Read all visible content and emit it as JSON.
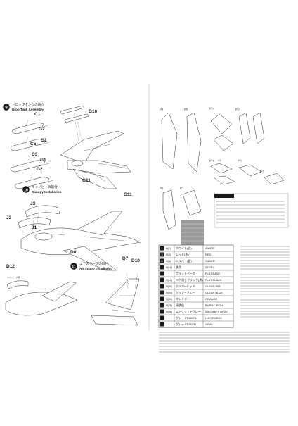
{
  "steps": [
    {
      "number": "9",
      "jp": "ドロップタンクの組立",
      "en": "Drop Tank Assembly"
    },
    {
      "number": "10",
      "jp": "キャノピーの取付",
      "en": "Canopy Installation"
    },
    {
      "number": "11",
      "jp": "エアスクープの取付",
      "en": "Air Scoop Installation"
    }
  ],
  "part_labels": [
    "C1",
    "G2",
    "C5",
    "G1",
    "C3",
    "G1",
    "G2",
    "G10",
    "G11",
    "G11",
    "J3",
    "J2",
    "J1",
    "D12",
    "D8",
    "D7",
    "D10"
  ],
  "panel_letters": [
    "(A)",
    "(B)",
    "(C)",
    "(D)",
    "(E)",
    "(F)",
    "(G)",
    "(H)",
    "(J)"
  ],
  "g_times": "×2",
  "paint_table": [
    {
      "no": "1",
      "code": "H(1)",
      "jp": "ホワイト(白)",
      "en": "WHITE"
    },
    {
      "no": "3",
      "code": "H(3)",
      "jp": "レッド(赤)",
      "en": "RED"
    },
    {
      "no": "8",
      "code": "H(8)",
      "jp": "シルバー(銀)",
      "en": "SILVER"
    },
    {
      "no": "",
      "code": "H(18)",
      "jp": "鉄色",
      "en": "STEEL"
    },
    {
      "no": "",
      "code": "",
      "jp": "フラットベース",
      "en": "FLAT BASE"
    },
    {
      "no": "",
      "code": "H(12)",
      "jp": "つや消しブラック(黒)",
      "en": "FLAT BLACK"
    },
    {
      "no": "",
      "code": "H(90)",
      "jp": "クリアーレッド",
      "en": "CLEAR RED"
    },
    {
      "no": "",
      "code": "H(94)",
      "jp": "クリアーブルー",
      "en": "CLEAR BLUE"
    },
    {
      "no": "",
      "code": "H(24)",
      "jp": "オレンジ",
      "en": "ORANGE"
    },
    {
      "no": "",
      "code": "H(76)",
      "jp": "焼鉄色",
      "en": "BURNT IRON"
    },
    {
      "no": "",
      "code": "H(56)",
      "jp": "エアクラフトグレー",
      "en": "AIRCRAFT GRAY"
    },
    {
      "no": "",
      "code": "",
      "jp": "グレー FS36375",
      "en": "LIGHT GRAY"
    },
    {
      "no": "",
      "code": "",
      "jp": "グレー FS36231",
      "en": "GRAY"
    }
  ],
  "colors": {
    "ink": "#1a1a1a",
    "paper": "#ffffff"
  }
}
